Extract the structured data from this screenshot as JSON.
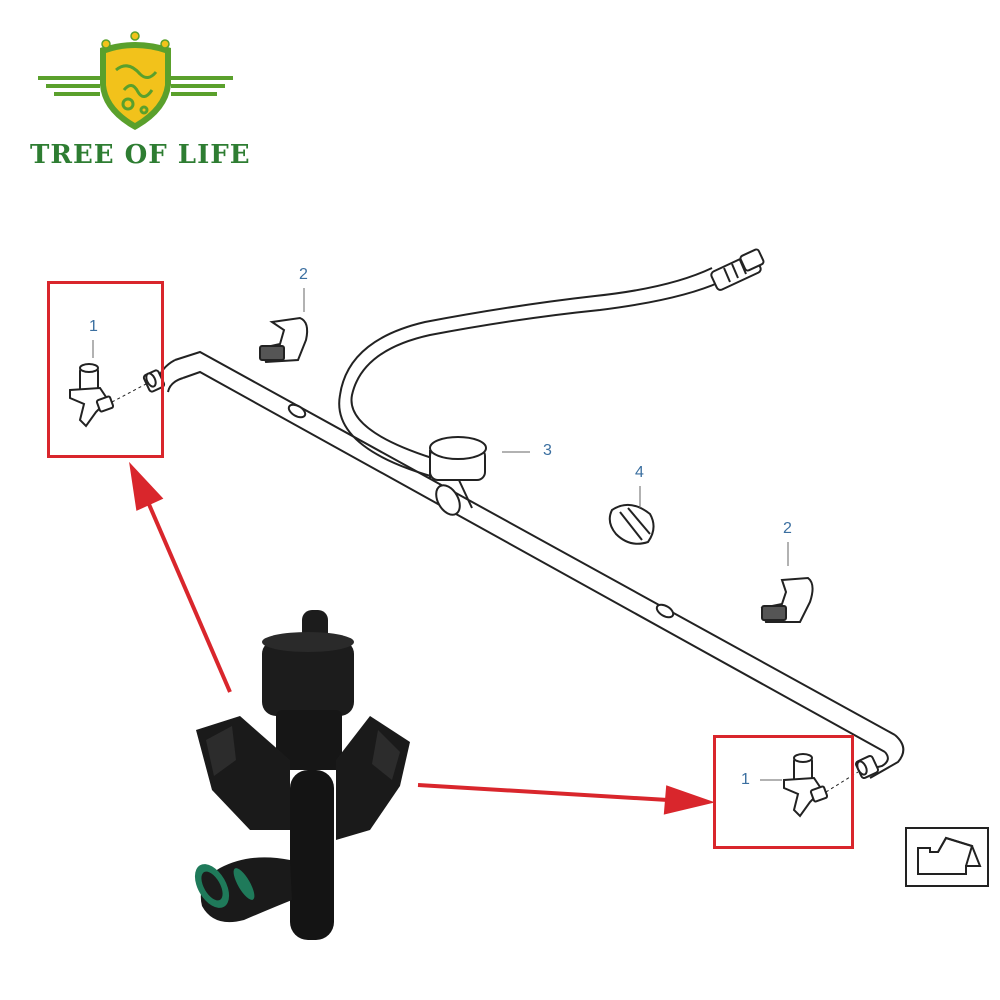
{
  "brand": {
    "name": "TREE OF LIFE",
    "text_color": "#2e7d32",
    "shield_color": "#f2c21b",
    "shield_border": "#5aa02c"
  },
  "callouts": {
    "c1_left": "1",
    "c1_right": "1",
    "c2_top": "2",
    "c2_right": "2",
    "c3": "3",
    "c4": "4"
  },
  "colors": {
    "callout": "#3b6fa0",
    "highlight": "#d9262c",
    "line": "#222222",
    "photo_part": "#1c1c1c",
    "photo_seal": "#1f7a5a"
  },
  "icons": {
    "nav": "bent-arrow-icon",
    "logo": "shield-logo-icon"
  }
}
